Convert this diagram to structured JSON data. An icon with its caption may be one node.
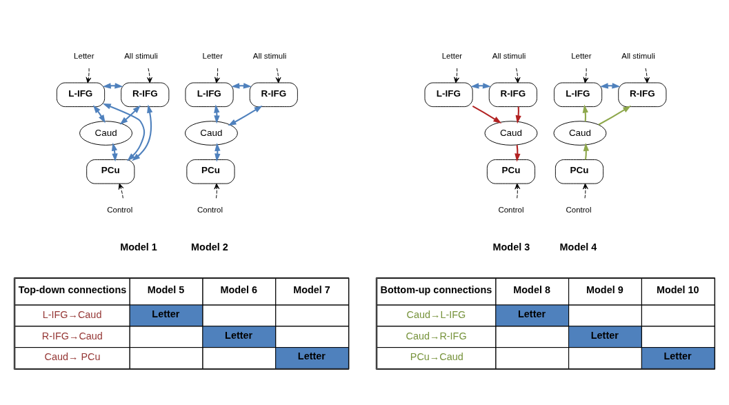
{
  "diagram": {
    "nodes": [
      {
        "text": [
          "Letter"
        ]
      },
      {
        "text": [
          "All stimuli"
        ]
      },
      {
        "text": [
          "L-IFG"
        ]
      },
      {
        "text": [
          "R-IFG"
        ]
      },
      {
        "text": [
          "Caud"
        ]
      },
      {
        "text": [
          "PCu"
        ]
      },
      {
        "text": [
          "Control"
        ]
      },
      {
        "text": [
          "Letter"
        ]
      },
      {
        "text": [
          "All stimuli"
        ]
      },
      {
        "text": [
          "L-IFG"
        ]
      },
      {
        "text": [
          "R-IFG"
        ]
      },
      {
        "text": [
          "Caud"
        ]
      },
      {
        "text": [
          "PCu"
        ]
      },
      {
        "text": [
          "Control"
        ]
      },
      {
        "text": [
          "Letter"
        ]
      },
      {
        "text": [
          "All stimuli"
        ]
      },
      {
        "text": [
          "L-IFG"
        ]
      },
      {
        "text": [
          "R-IFG"
        ]
      },
      {
        "text": [
          "Caud"
        ]
      },
      {
        "text": [
          "PCu"
        ]
      },
      {
        "text": [
          "Control"
        ]
      },
      {
        "text": [
          "Letter"
        ]
      },
      {
        "text": [
          "All stimuli"
        ]
      },
      {
        "text": [
          "L-IFG"
        ]
      },
      {
        "text": [
          "R-IFG"
        ]
      },
      {
        "text": [
          "Caud"
        ]
      },
      {
        "text": [
          "PCu"
        ]
      },
      {
        "text": [
          "Control"
        ]
      }
    ],
    "edges": [
      {
        "from": 0,
        "to": 2,
        "arrow": "to",
        "style": "dashed"
      },
      {
        "from": 1,
        "to": 3,
        "arrow": "to",
        "style": "dashed"
      },
      {
        "from": 2,
        "to": 3,
        "arrow": "both",
        "color": "#4f81bd"
      },
      {
        "from": 2,
        "to": 4,
        "arrow": "both",
        "color": "#4f81bd"
      },
      {
        "from": 3,
        "to": 4,
        "arrow": "both",
        "color": "#4f81bd"
      },
      {
        "from": 2,
        "to": 5,
        "arrow": "both",
        "color": "#4f81bd"
      },
      {
        "from": 3,
        "to": 5,
        "arrow": "both",
        "color": "#4f81bd"
      },
      {
        "from": 4,
        "to": 5,
        "arrow": "both",
        "color": "#4f81bd"
      },
      {
        "from": 6,
        "to": 5,
        "arrow": "to",
        "style": "dashed"
      },
      {
        "from": 7,
        "to": 9,
        "arrow": "to",
        "style": "dashed"
      },
      {
        "from": 8,
        "to": 10,
        "arrow": "to",
        "style": "dashed"
      },
      {
        "from": 9,
        "to": 10,
        "arrow": "both",
        "color": "#4f81bd"
      },
      {
        "from": 9,
        "to": 11,
        "arrow": "both",
        "color": "#4f81bd"
      },
      {
        "from": 10,
        "to": 11,
        "arrow": "both",
        "color": "#4f81bd"
      },
      {
        "from": 11,
        "to": 12,
        "arrow": "both",
        "color": "#4f81bd"
      },
      {
        "from": 13,
        "to": 12,
        "arrow": "to",
        "style": "dashed"
      },
      {
        "from": 14,
        "to": 16,
        "arrow": "to",
        "style": "dashed"
      },
      {
        "from": 15,
        "to": 17,
        "arrow": "to",
        "style": "dashed"
      },
      {
        "from": 16,
        "to": 17,
        "arrow": "both",
        "color": "#4f81bd"
      },
      {
        "from": 16,
        "to": 18,
        "arrow": "to",
        "color": "#b22222"
      },
      {
        "from": 17,
        "to": 18,
        "arrow": "to",
        "color": "#b22222"
      },
      {
        "from": 18,
        "to": 19,
        "arrow": "to",
        "color": "#b22222"
      },
      {
        "from": 20,
        "to": 19,
        "arrow": "to",
        "style": "dashed"
      },
      {
        "from": 21,
        "to": 23,
        "arrow": "to",
        "style": "dashed"
      },
      {
        "from": 22,
        "to": 24,
        "arrow": "to",
        "style": "dashed"
      },
      {
        "from": 23,
        "to": 24,
        "arrow": "both",
        "color": "#4f81bd"
      },
      {
        "from": 25,
        "to": 23,
        "arrow": "to",
        "color": "#8ea84c"
      },
      {
        "from": 25,
        "to": 24,
        "arrow": "to",
        "color": "#8ea84c"
      },
      {
        "from": 26,
        "to": 25,
        "arrow": "to",
        "color": "#8ea84c"
      },
      {
        "from": 27,
        "to": 26,
        "arrow": "to",
        "style": "dashed"
      }
    ],
    "labels": [
      "Model 1",
      "Model 2",
      "Model 3",
      "Model 4",
      "Top-down connections",
      "Model 5",
      "Model 6",
      "Model 7",
      "L-IFG→Caud",
      "Letter",
      "R-IFG→Caud",
      "Letter",
      "Caud→ PCu",
      "Letter",
      "Bottom-up connections",
      "Model 8",
      "Model 9",
      "Model 10",
      "Caud→L-IFG",
      "Letter",
      "Caud→R-IFG",
      "Letter",
      "PCu→Caud",
      "Letter"
    ]
  }
}
